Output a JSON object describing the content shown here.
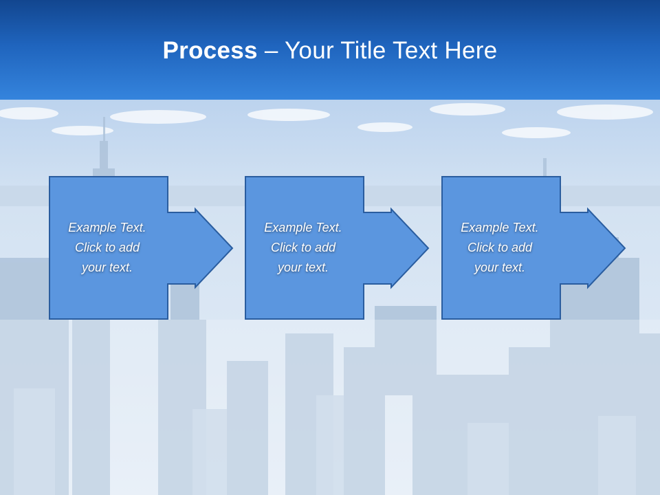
{
  "title": {
    "bold": "Process",
    "rest": " – Your Title Text Here"
  },
  "steps": [
    {
      "text": "Example Text.\nClick  to add\nyour text."
    },
    {
      "text": "Example Text.\nClick  to add\nyour text."
    },
    {
      "text": "Example Text.\nClick  to add\nyour text."
    }
  ],
  "colors": {
    "header": "#1f64bd",
    "box": "#5b96df",
    "box_border": "#2a5d9f"
  }
}
